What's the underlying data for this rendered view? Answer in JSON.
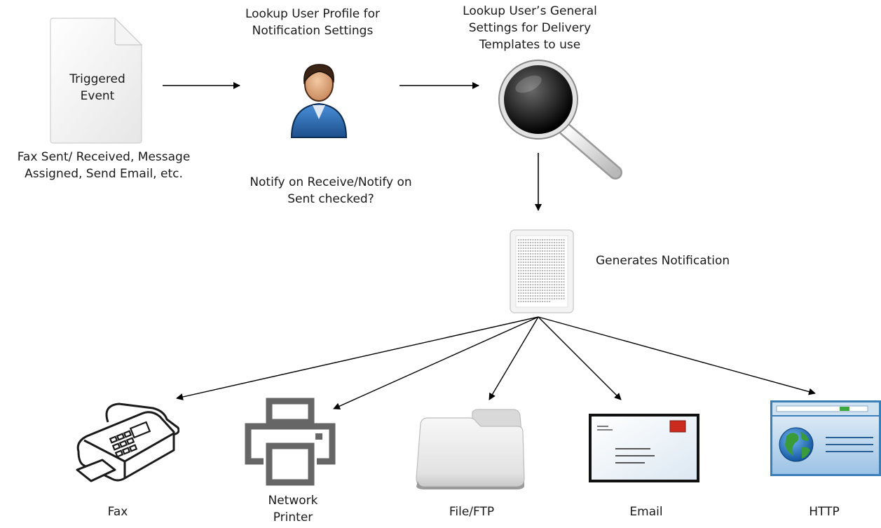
{
  "event": {
    "doc_text": [
      "Triggered",
      "Event"
    ],
    "caption": [
      "Fax Sent/ Received, Message",
      "Assigned, Send Email, etc."
    ]
  },
  "user_lookup": {
    "title": [
      "Lookup User Profile for",
      "Notification Settings"
    ],
    "caption": [
      "Notify on Receive/Notify on",
      "Sent checked?"
    ]
  },
  "settings_lookup": {
    "title": [
      "Lookup User’s General",
      "Settings for Delivery",
      "Templates to use"
    ]
  },
  "notification": {
    "label": "Generates Notification"
  },
  "destinations": [
    {
      "label": [
        "Fax"
      ],
      "icon": "fax-machine-icon"
    },
    {
      "label": [
        "Network",
        "Printer"
      ],
      "icon": "printer-icon"
    },
    {
      "label": [
        "File/FTP"
      ],
      "icon": "folder-icon"
    },
    {
      "label": [
        "Email"
      ],
      "icon": "envelope-icon"
    },
    {
      "label": [
        "HTTP"
      ],
      "icon": "browser-window-icon"
    }
  ],
  "colors": {
    "arrow": "#000000",
    "user_shirt": "#2a6fb5",
    "globe_blue": "#1f6fc2",
    "globe_green": "#3a9b3a",
    "stamp_red": "#cc2a1e",
    "printer_gray": "#666666",
    "browser_frame": "#3b7fb8"
  }
}
